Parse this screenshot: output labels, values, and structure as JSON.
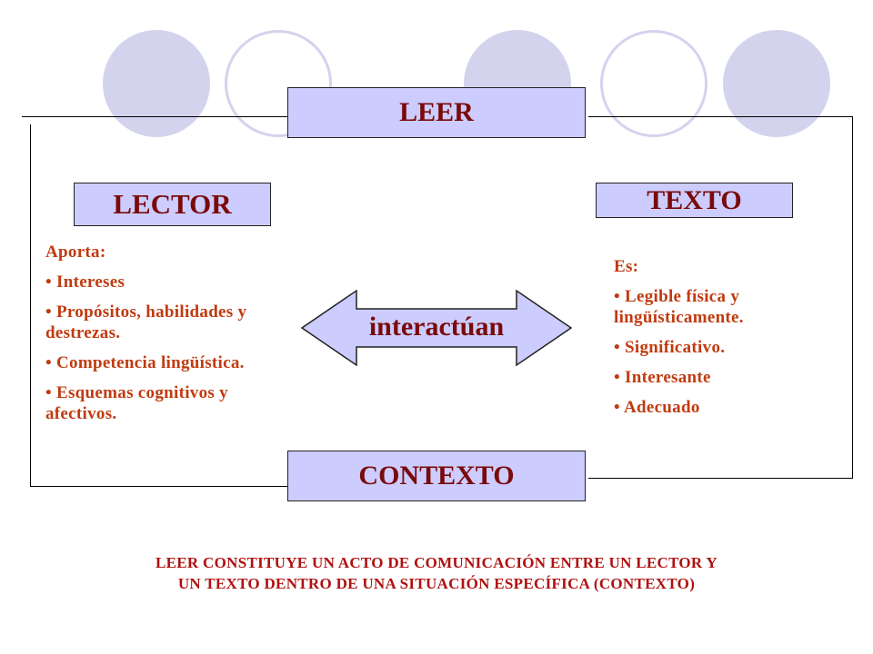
{
  "diagram": {
    "leer": "LEER",
    "lector": "LECTOR",
    "texto": "TEXTO",
    "contexto": "CONTEXTO",
    "arrow_label": "interactúan",
    "lector_list": {
      "heading": "Aporta:",
      "items": [
        "• Intereses",
        "• Propósitos, habilidades y destrezas.",
        "• Competencia lingüística.",
        "• Esquemas cognitivos y afectivos."
      ]
    },
    "texto_list": {
      "heading": "Es:",
      "items": [
        "• Legible física y lingüísticamente.",
        "• Significativo.",
        "• Interesante",
        "• Adecuado"
      ]
    },
    "caption_lines": [
      "LEER CONSTITUYE UN ACTO DE COMUNICACIÓN ENTRE UN LECTOR Y",
      "UN TEXTO DENTRO DE UNA SITUACIÓN ESPECÍFICA (CONTEXTO)"
    ]
  },
  "colors": {
    "box_fill": "#ccccff",
    "circle": "#d3d3ee",
    "list_text": "#c03b10",
    "title_text": "#7a0a0a",
    "caption_text": "#b01010"
  }
}
